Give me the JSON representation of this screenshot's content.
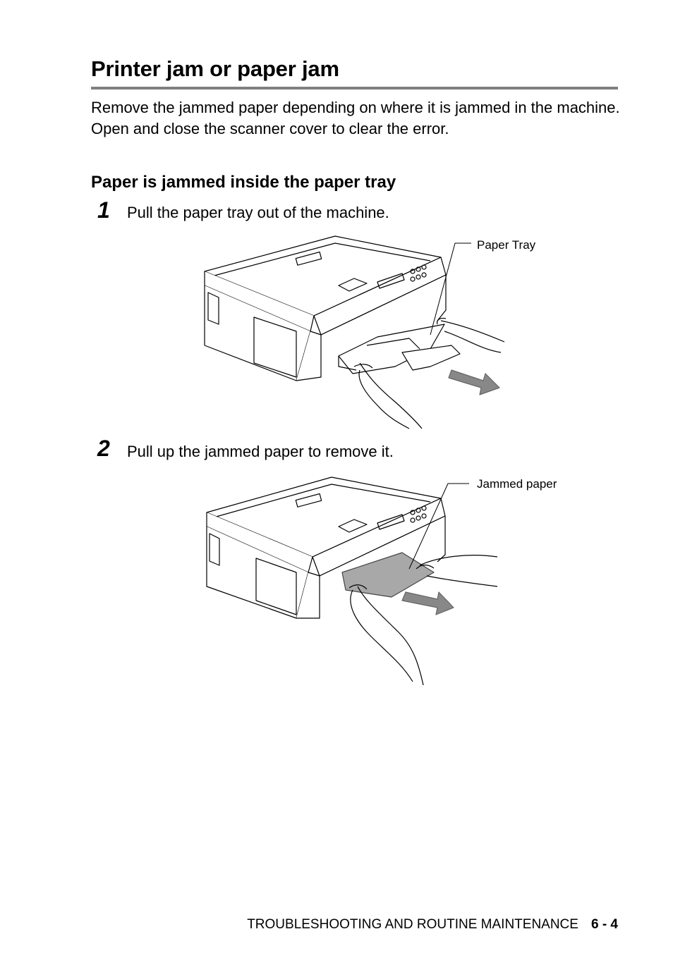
{
  "page": {
    "title": "Printer jam or paper jam",
    "intro": "Remove the jammed paper depending on where it is jammed in the machine. Open and close the scanner cover to clear the error.",
    "section_title": "Paper is jammed inside the paper tray",
    "steps": [
      {
        "number": "1",
        "text": "Pull the paper tray out of the machine.",
        "callout": "Paper Tray"
      },
      {
        "number": "2",
        "text": "Pull up the jammed paper to remove it.",
        "callout": "Jammed paper"
      }
    ],
    "footer": {
      "chapter": "TROUBLESHOOTING AND ROUTINE MAINTENANCE",
      "page": "6 - 4"
    }
  }
}
